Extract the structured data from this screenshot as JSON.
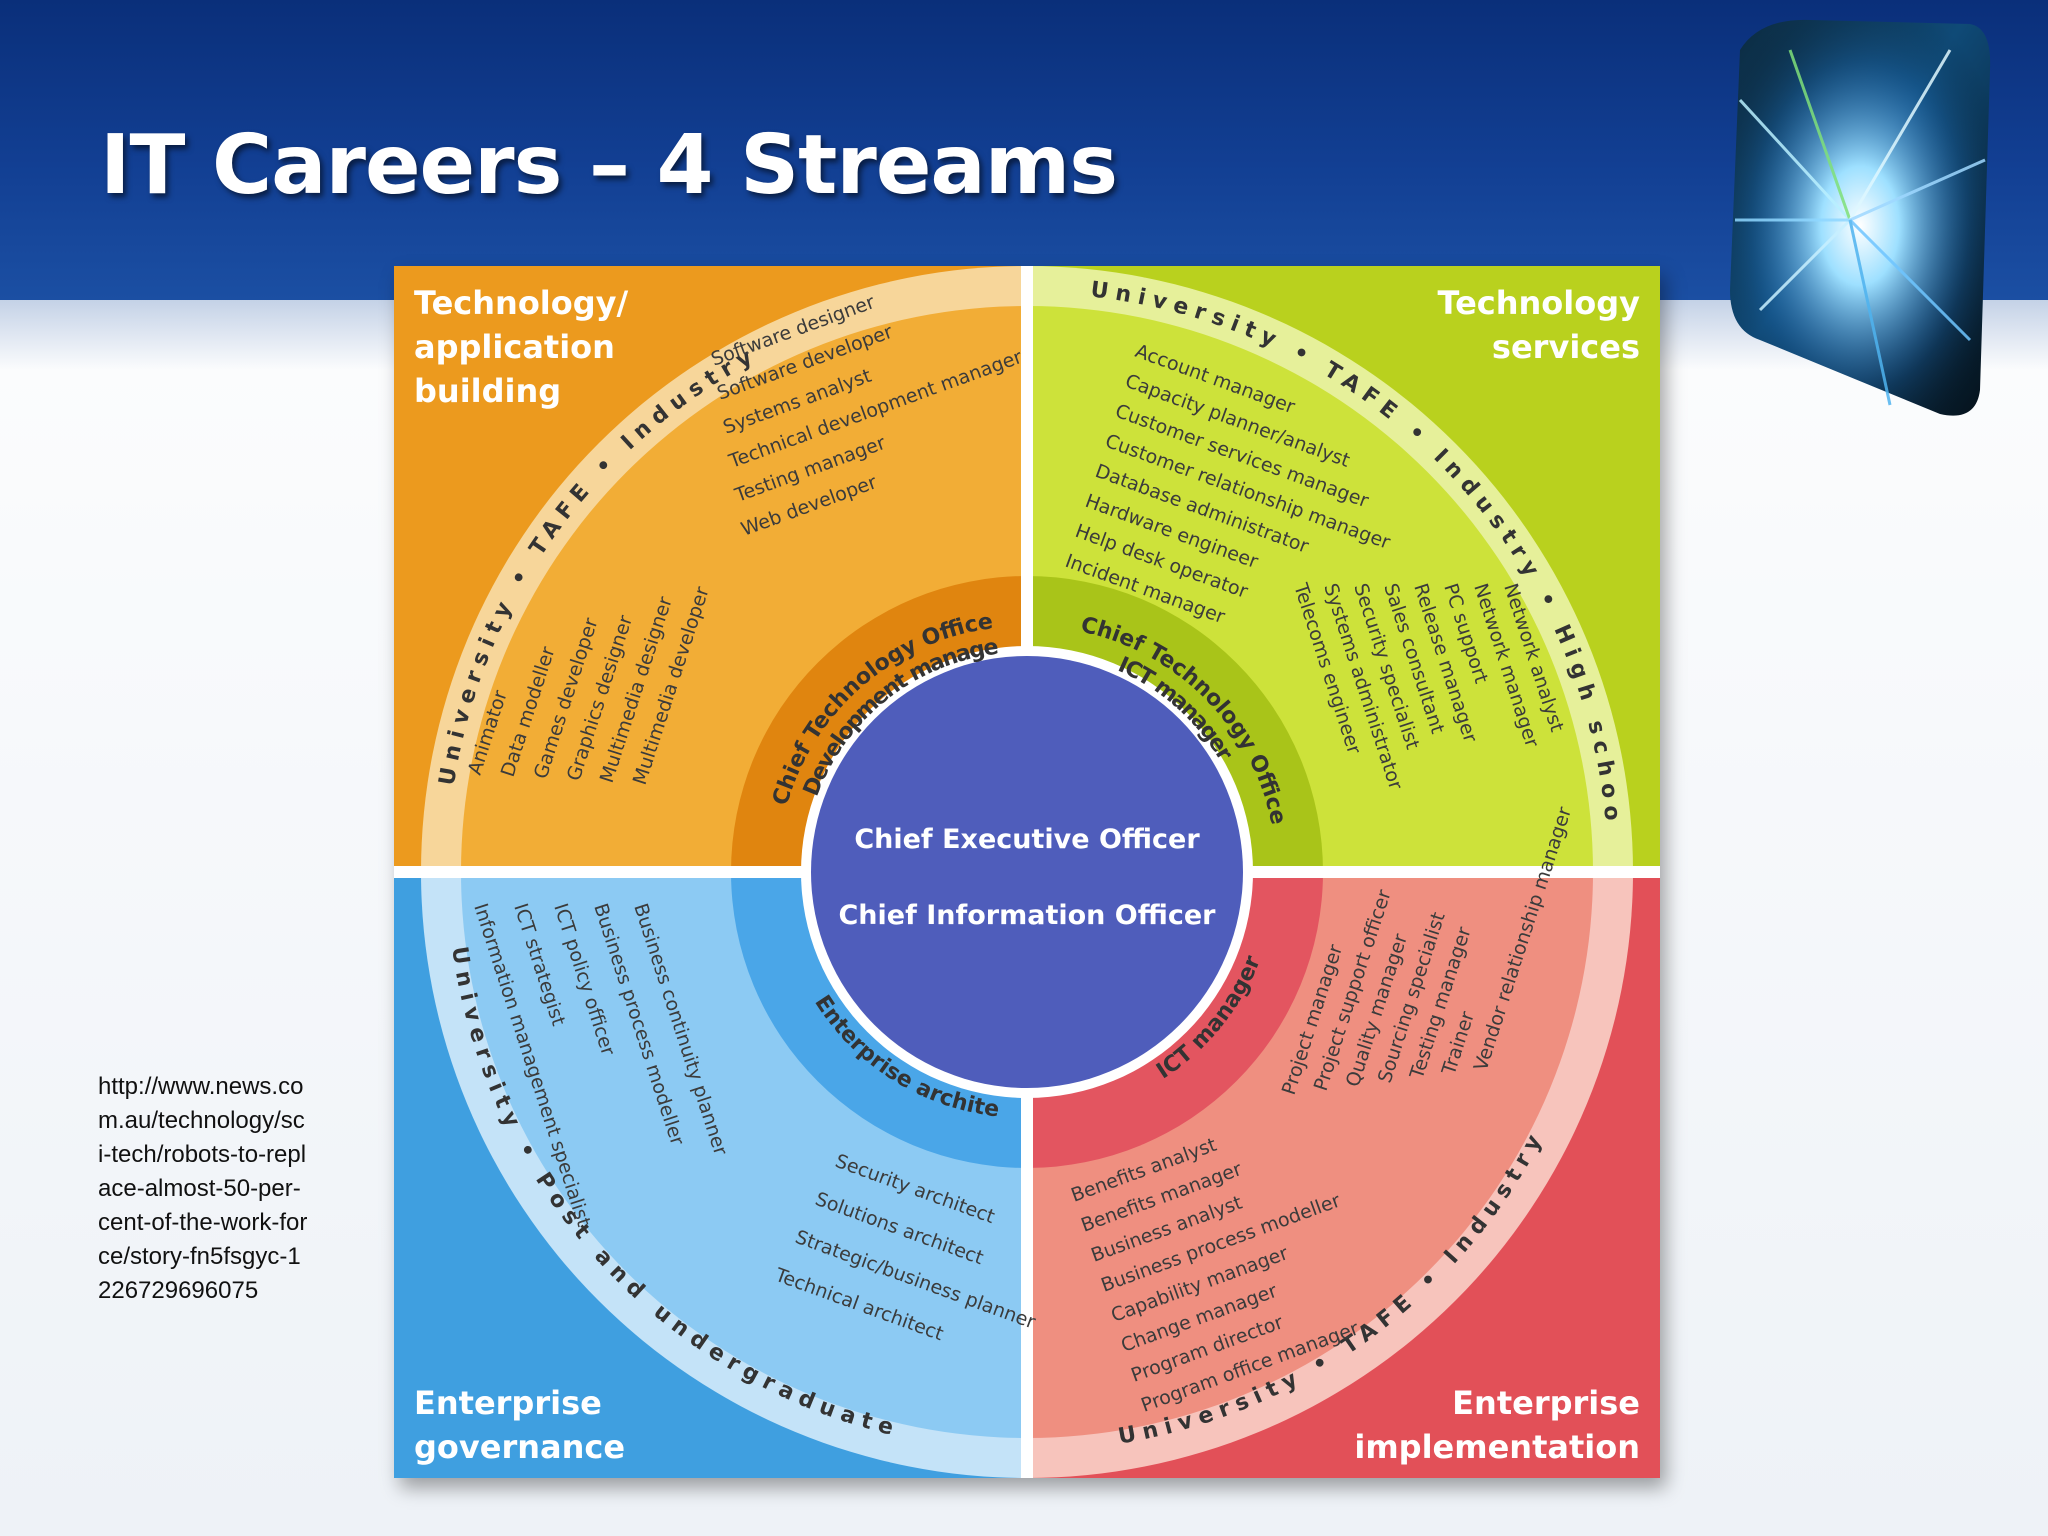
{
  "slide": {
    "title": "IT Careers – 4 Streams",
    "source_note": "http://www.news.com.au/technology/sci-tech/robots-to-replace-almost-50-per-cent-of-the-work-force/story-fn5fsgyc-1226729696075"
  },
  "diagram": {
    "center": {
      "line1": "Chief Executive Officer",
      "line2": "Chief Information Officer"
    },
    "quadrants": {
      "top_left": {
        "title_lines": [
          "Technology/",
          "application",
          "building"
        ],
        "colors": {
          "outer": "#ec9a1e",
          "middle": "#f2ad36",
          "inner": "#e0850f",
          "band": "#f7d69a"
        },
        "ring_text": "University • TAFE • Industry",
        "lead_role_lines": [
          "Chief Technology Officer/",
          "Development manager"
        ],
        "roles_horizontal": [
          "Software designer",
          "Software developer",
          "Systems analyst",
          "Technical development manager",
          "Testing manager",
          "Web developer"
        ],
        "roles_vertical": [
          "Animator",
          "Data modeller",
          "Games developer",
          "Graphics designer",
          "Multimedia designer",
          "Multimedia developer"
        ]
      },
      "top_right": {
        "title_lines": [
          "Technology",
          "services"
        ],
        "colors": {
          "outer": "#b9d11e",
          "middle": "#cde23a",
          "inner": "#a9c419",
          "band": "#e6f09a"
        },
        "ring_text": "University • TAFE • Industry • High school",
        "lead_role_lines": [
          "Chief Technology Officer/",
          "ICT manager"
        ],
        "roles_horizontal": [
          "Account manager",
          "Capacity planner/analyst",
          "Customer services manager",
          "Customer relationship manager",
          "Database administrator",
          "Hardware engineer",
          "Help desk operator",
          "Incident manager"
        ],
        "roles_vertical": [
          "Network analyst",
          "Network manager",
          "PC support",
          "Release manager",
          "Sales consultant",
          "Security specialist",
          "Systems administrator",
          "Telecoms engineer"
        ]
      },
      "bottom_left": {
        "title_lines": [
          "Enterprise",
          "governance"
        ],
        "colors": {
          "outer": "#3f9fe0",
          "middle": "#8ccaf3",
          "inner": "#4aa6e8",
          "band": "#c4e3f8"
        },
        "ring_text": "University • Post and undergraduate",
        "lead_role_lines": [
          "Enterprise architect"
        ],
        "roles_vertical": [
          "Information management specialist",
          "ICT strategist",
          "ICT policy officer",
          "Business process modeller",
          "Business continuity planner"
        ],
        "roles_horizontal": [
          "Security architect",
          "Solutions architect",
          "Strategic/business planner",
          "Technical architect"
        ]
      },
      "bottom_right": {
        "title_lines": [
          "Enterprise",
          "implementation"
        ],
        "colors": {
          "outer": "#e25058",
          "middle": "#ef8f80",
          "inner": "#e35560",
          "band": "#f7c4bc"
        },
        "ring_text": "University • TAFE • Industry",
        "lead_role_lines": [
          "ICT manager"
        ],
        "roles_vertical": [
          "Project manager",
          "Project support officer",
          "Quality manager",
          "Sourcing specialist",
          "Testing manager",
          "Trainer",
          "Vendor relationship manager"
        ],
        "roles_horizontal": [
          "Benefits analyst",
          "Benefits manager",
          "Business analyst",
          "Business process modeller",
          "Capability manager",
          "Change manager",
          "Program director",
          "Program office manager"
        ]
      }
    }
  }
}
